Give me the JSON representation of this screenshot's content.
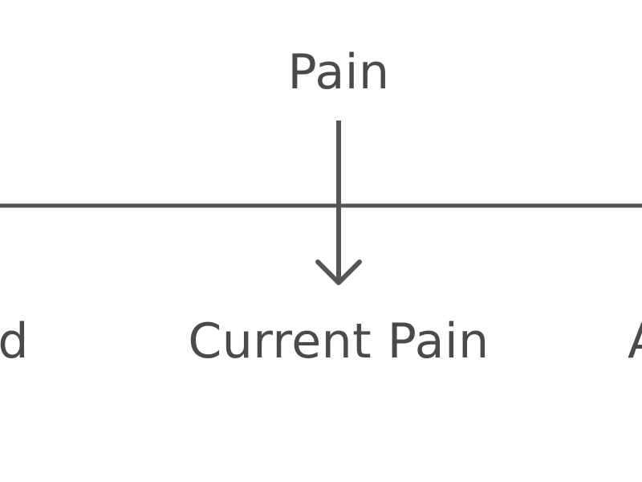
{
  "diagram": {
    "root": {
      "label": "Pain"
    },
    "children": [
      {
        "label": "ed"
      },
      {
        "label": "Current Pain"
      },
      {
        "label": "A"
      }
    ],
    "line_color": "#555555",
    "text_color": "#4a4a4a"
  }
}
